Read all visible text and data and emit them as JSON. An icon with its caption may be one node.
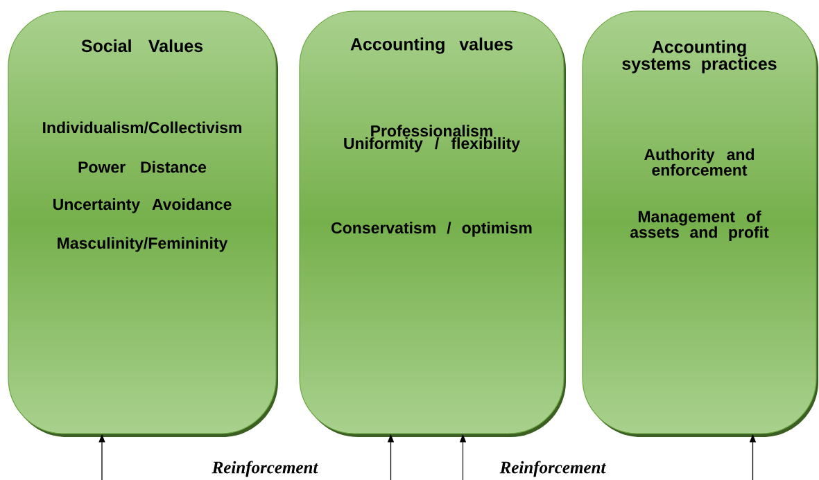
{
  "diagram": {
    "nodes": [
      {
        "text": [
          "Social Values",
          "Individualism/Collectivism",
          "Power Distance",
          "Uncertainty Avoidance",
          "Masculinity/Femininity"
        ]
      },
      {
        "text": [
          "Accounting values",
          "Professionalism Uniformity / flexibility",
          "Conservatism / optimism"
        ]
      },
      {
        "text": [
          "Accounting systems practices",
          "Authority and enforcement",
          "Management of assets and profit"
        ]
      }
    ],
    "edges": [
      {
        "from": null,
        "to": 0,
        "arrow": "to"
      },
      {
        "from": null,
        "to": 1,
        "arrow": "to"
      },
      {
        "from": null,
        "to": 1,
        "arrow": "to"
      },
      {
        "from": null,
        "to": 2,
        "arrow": "to"
      }
    ],
    "labels": [
      "Reinforcement",
      "Reinforcement"
    ]
  }
}
